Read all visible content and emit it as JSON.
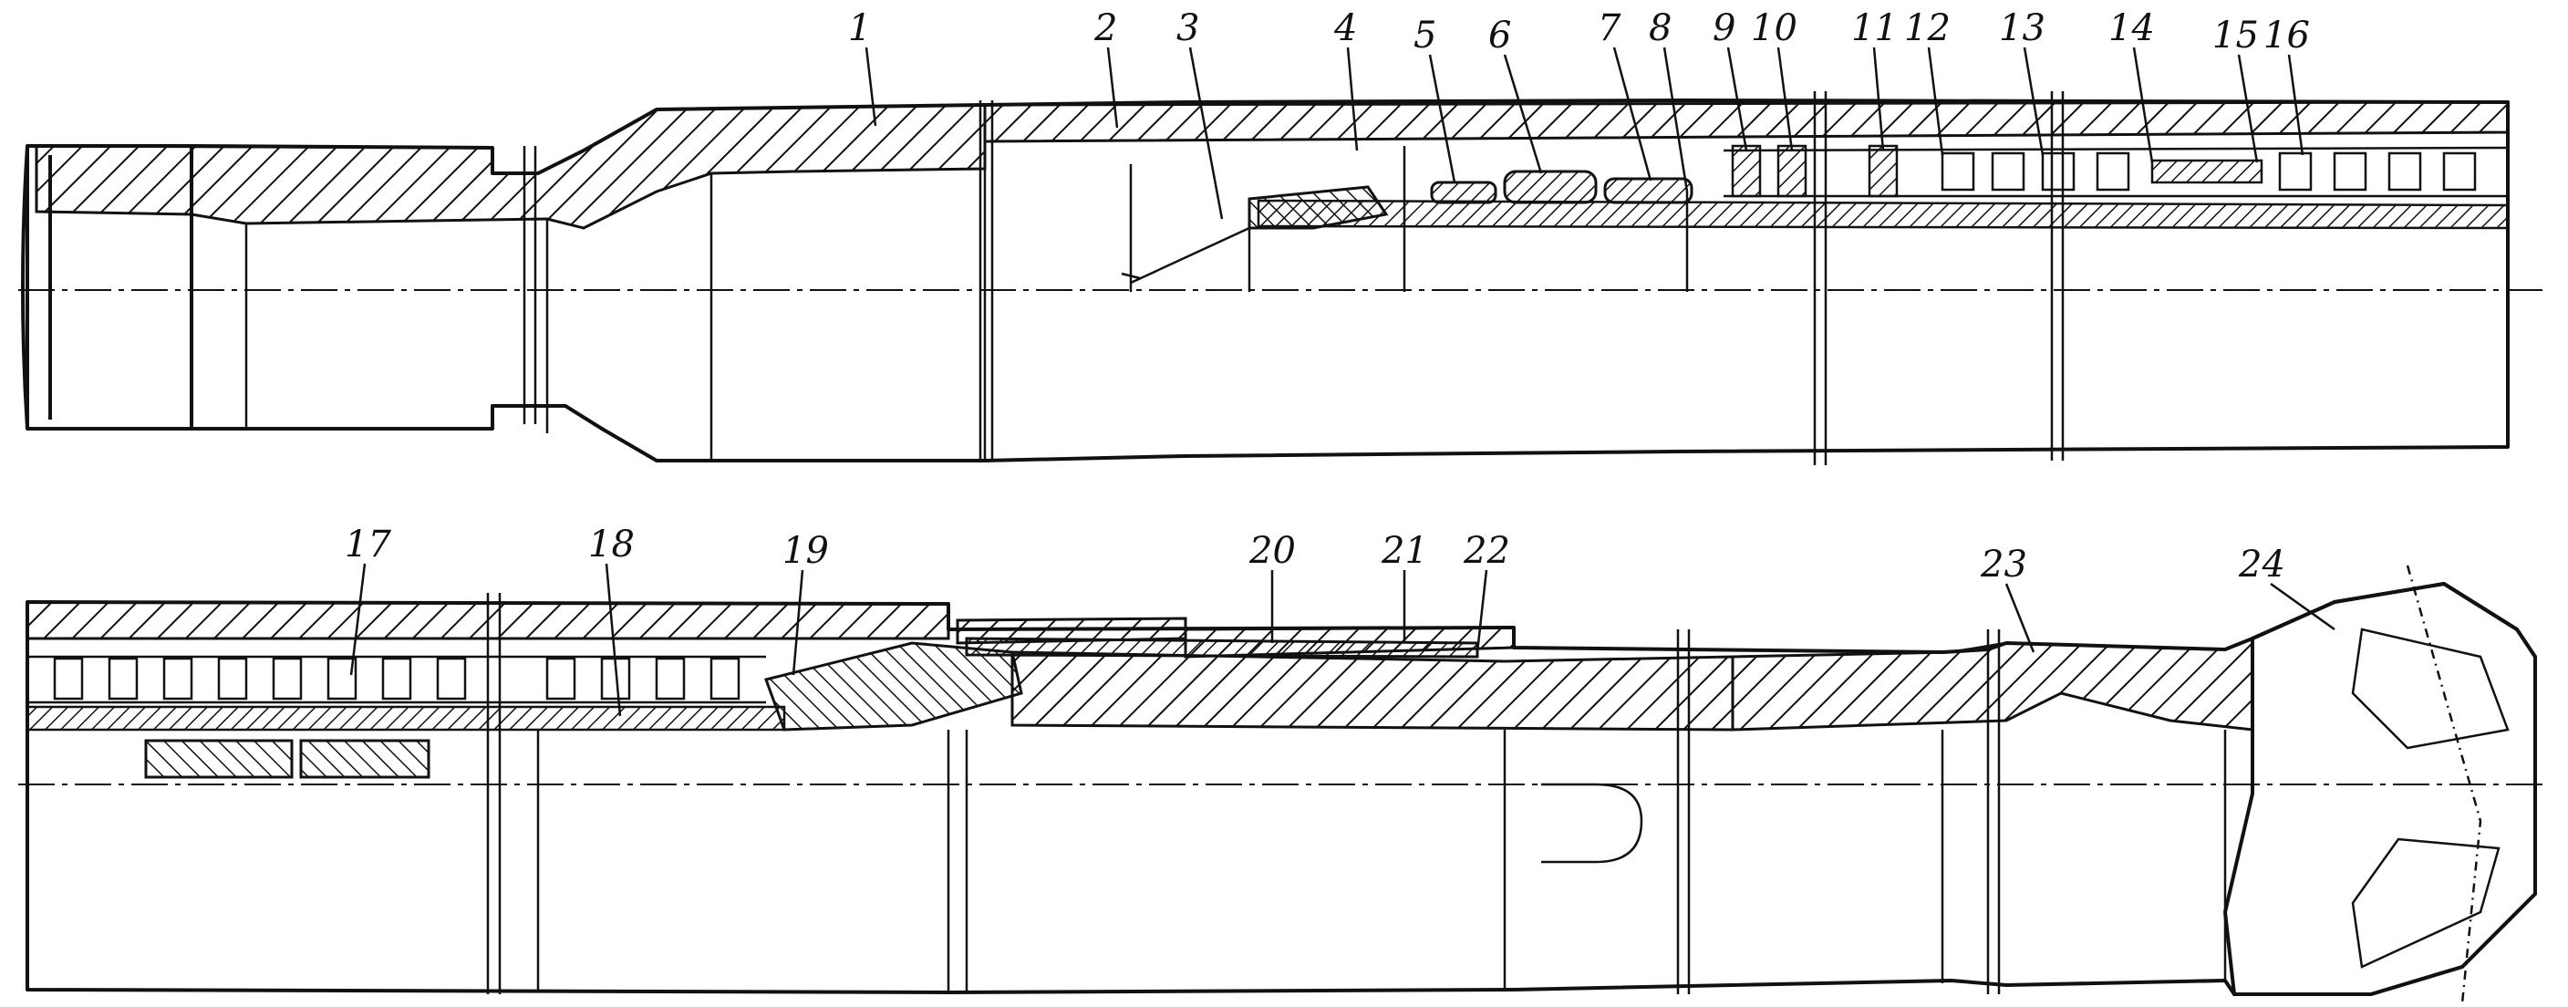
{
  "figure": {
    "description_labels": [
      "1",
      "2",
      "3",
      "4",
      "5",
      "6",
      "7",
      "8",
      "9",
      "10",
      "11",
      "12",
      "13",
      "14",
      "15",
      "16",
      "17",
      "18",
      "19",
      "20",
      "21",
      "22",
      "23",
      "24"
    ],
    "top_row_labels": [
      "1",
      "2",
      "3",
      "4",
      "5",
      "6",
      "7",
      "8",
      "9",
      "10",
      "11",
      "12",
      "13",
      "14",
      "15",
      "16"
    ],
    "bottom_row_labels": [
      "17",
      "18",
      "19",
      "20",
      "21",
      "22",
      "23",
      "24"
    ]
  }
}
